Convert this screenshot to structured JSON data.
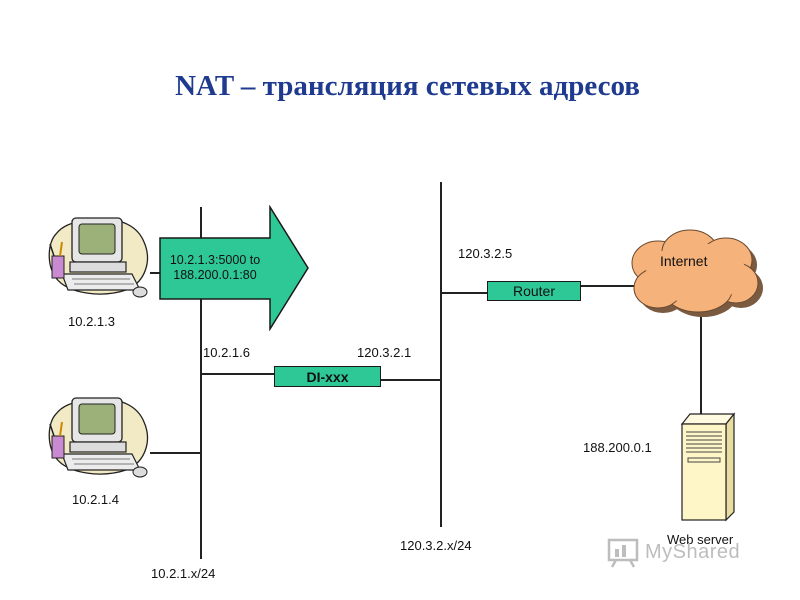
{
  "title": "NAT – трансляция сетевых адресов",
  "hosts": [
    {
      "ip": "10.2.1.3",
      "icon": "desktop-computer-icon"
    },
    {
      "ip": "10.2.1.4",
      "icon": "desktop-computer-icon"
    }
  ],
  "arrow": {
    "line1": "10.2.1.3:5000 to",
    "line2": "188.200.0.1:80"
  },
  "nat_device": {
    "label": "DI-xxx",
    "inner_ip": "10.2.1.6",
    "outer_ip": "120.3.2.1"
  },
  "router": {
    "label": "Router",
    "ip": "120.3.2.5"
  },
  "internet": {
    "label": "Internet"
  },
  "server": {
    "label": "Web server",
    "ip": "188.200.0.1",
    "icon": "server-tower-icon"
  },
  "networks": {
    "inner": "10.2.1.x/24",
    "outer": "120.3.2.x/24"
  },
  "watermark": "MyShared",
  "colors": {
    "title": "#1f3b8f",
    "green": "#2ec796",
    "cloud": "#f5b27a",
    "server": "#fff6c8"
  }
}
